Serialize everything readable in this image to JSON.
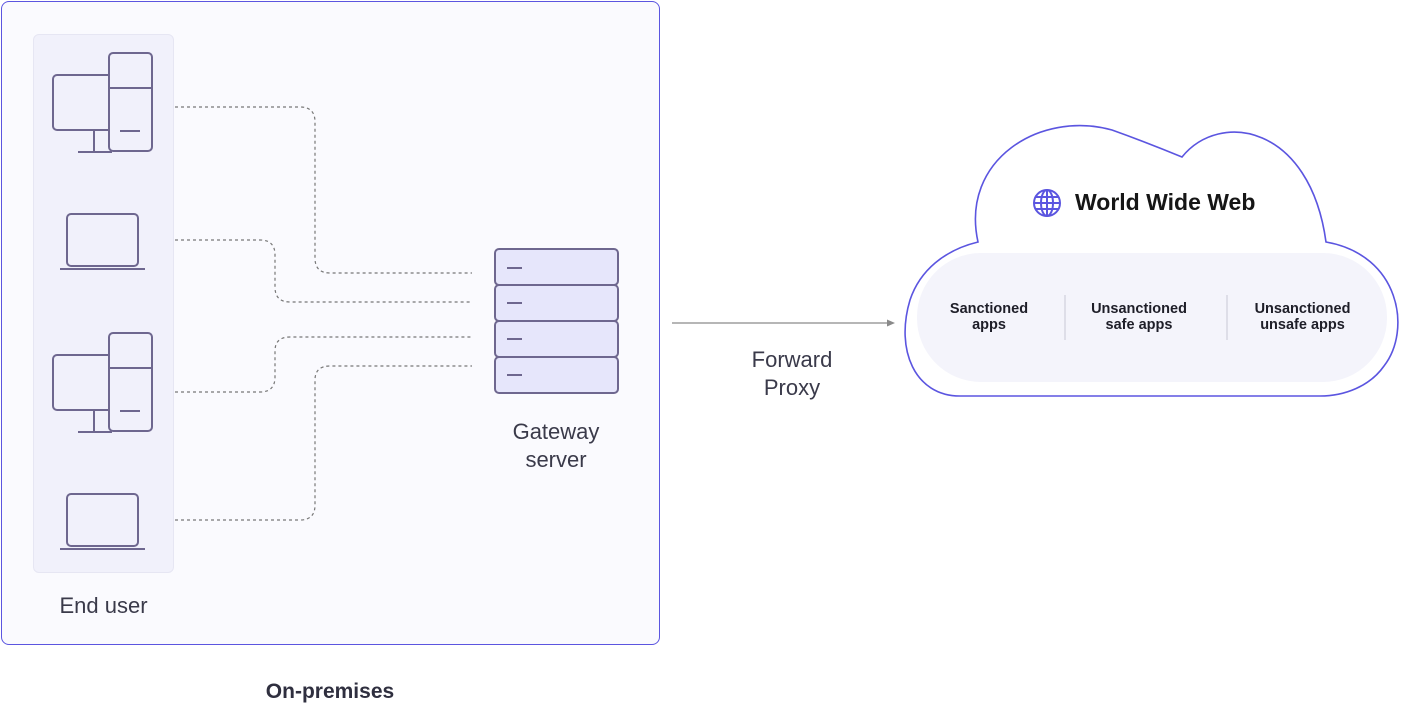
{
  "labels": {
    "end_user": "End user",
    "gateway": "Gateway\nserver",
    "proxy": "Forward\nProxy",
    "on_premises": "On-premises"
  },
  "cloud": {
    "title": "World Wide Web",
    "apps": [
      "Sanctioned\napps",
      "Unsanctioned\nsafe apps",
      "Unsanctioned\nunsafe apps"
    ]
  },
  "icons": {
    "desktop": "desktop-computer-icon",
    "laptop": "laptop-icon",
    "server": "server-rack-icon",
    "globe": "globe-icon"
  },
  "colors": {
    "accent": "#5b55e0",
    "device_stroke": "#6e678f",
    "server_fill": "#e6e6fb",
    "connector": "#777777"
  }
}
